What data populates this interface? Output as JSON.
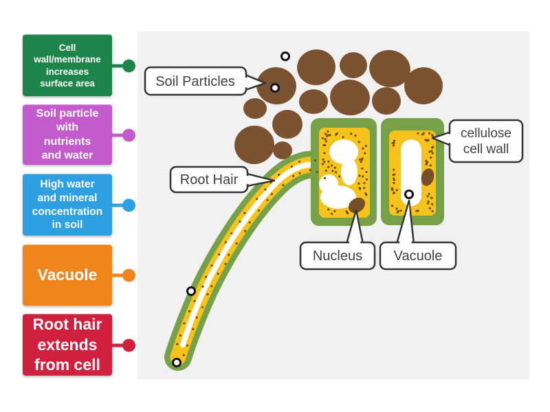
{
  "cards": [
    {
      "text": "Cell\nwall/membrane\nincreases\nsurface area",
      "color": "#1d8549"
    },
    {
      "text": "Soil particle\nwith\nnutrients\nand water",
      "color": "#c35bcd"
    },
    {
      "text": "High water\nand mineral\nconcentration\nin soil",
      "color": "#2e9fe0"
    },
    {
      "text": "Vacuole",
      "color": "#f0851c"
    },
    {
      "text": "Root hair\nextends\nfrom cell",
      "color": "#d11f3e"
    }
  ],
  "diagram": {
    "callouts": [
      {
        "id": "soil-particles",
        "text": "Soil Particles"
      },
      {
        "id": "root-hair",
        "text": "Root Hair"
      },
      {
        "id": "nucleus",
        "text": "Nucleus"
      },
      {
        "id": "vacuole",
        "text": "Vacuole"
      },
      {
        "id": "cellulose-cell-wall",
        "line1": "cellulose",
        "line2": "cell wall"
      }
    ],
    "colors": {
      "soil_brown": "#7a5230",
      "cell_wall_green": "#76a149",
      "cytoplasm_yellow": "#f6c31c",
      "vacuole_white": "#ffffff",
      "stipple": "#6e4f0e",
      "panel_bg": "#f1f1f2",
      "callout_border": "#333333"
    }
  }
}
